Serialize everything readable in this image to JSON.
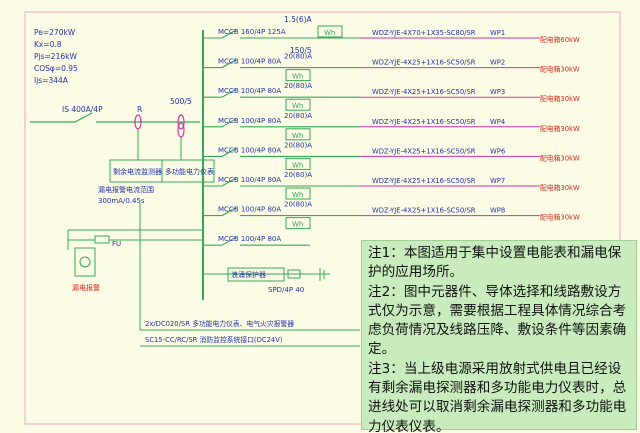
{
  "params": {
    "pe": "Pe=270kW",
    "kx": "Kx=0.8",
    "pjs": "Pjs=216kW",
    "cos": "COSφ=0.95",
    "ijs": "Ijs=344A"
  },
  "main_breaker": "IS 400A/4P",
  "r_label": "R",
  "ct_label": "500/5",
  "meter_ratio": "1.5(6)A",
  "meter_ct": "150/5",
  "rcd_box": "剩余电流监测器",
  "multi_meter_box": "多功能电力仪表",
  "rcd_note1": "漏电报警电流范围",
  "rcd_note2": "300mA/0.45s",
  "fu_label": "FU",
  "alarm_label": "漏电报警",
  "spd_box": "浪涌保护器",
  "spd_label": "SPD/4P 40",
  "feeders": [
    {
      "breaker": "MCCB 160/4P 125A",
      "meter_top": "",
      "wh": "Wh",
      "cable": "WDZ-YJE-4X70+1X35-SC80/SR",
      "tag": "WP1",
      "load": "配电箱60kW"
    },
    {
      "breaker": "MCCB 100/4P 80A",
      "meter_top": "20(80)A",
      "wh": "Wh",
      "cable": "WDZ-YJE-4X25+1X16-SC50/SR",
      "tag": "WP2",
      "load": "配电箱30kW"
    },
    {
      "breaker": "MCCB 100/4P 80A",
      "meter_top": "20(80)A",
      "wh": "Wh",
      "cable": "WDZ-YJE-4X25+1X16-SC50/SR",
      "tag": "WP3",
      "load": "配电箱30kW"
    },
    {
      "breaker": "MCCB 100/4P 80A",
      "meter_top": "20(80)A",
      "wh": "Wh",
      "cable": "WDZ-YJE-4X25+1X16-SC50/SR",
      "tag": "WP4",
      "load": "配电箱30kW"
    },
    {
      "breaker": "MCCB 100/4P 80A",
      "meter_top": "20(80)A",
      "wh": "Wh",
      "cable": "WDZ-YJE-4X25+1X16-SC50/SR",
      "tag": "WP6",
      "load": "配电箱30kW"
    },
    {
      "breaker": "MCCB 100/4P 80A",
      "meter_top": "20(80)A",
      "wh": "Wh",
      "cable": "WDZ-YJE-4X25+1X16-SC50/SR",
      "tag": "WP7",
      "load": "配电箱30kW"
    },
    {
      "breaker": "MCCB 100/4P 80A",
      "meter_top": "20(80)A",
      "wh": "Wh",
      "cable": "WDZ-YJE-4X25+1X16-SC50/SR",
      "tag": "WP8",
      "load": "配电箱30kW"
    },
    {
      "breaker": "MCCB 100/4P 80A",
      "meter_top": "",
      "wh": "",
      "cable": "",
      "tag": "",
      "load": ""
    }
  ],
  "bottom_line1": "2x/DC020/SR 多功能电力仪表、电气火灾报警器",
  "bottom_line2": "SC15-CC/RC/SR 消防监控系统接口(DC24V)",
  "notes": {
    "n1": "注1：本图适用于集中设置电能表和漏电保护的应用场所。",
    "n2": "注2：图中元器件、导体选择和线路敷设方式仅为示意，需要根据工程具体情况综合考虑负荷情况及线路压降、敷设条件等因素确定。",
    "n3": "注3：当上级电源采用放射式供电且已经设有剩余漏电探测器和多功能电力仪表时，总进线处可以取消剩余漏电探测器和多功能电力仪表仪表。"
  },
  "colors": {
    "background": "#fcfce6",
    "frame": "#f0a0c0",
    "wire": "#33aa55",
    "magenta": "#cc33aa",
    "text_blue": "#2233aa",
    "load_red": "#d22a20",
    "notes_bg": "#c8ecbd"
  }
}
